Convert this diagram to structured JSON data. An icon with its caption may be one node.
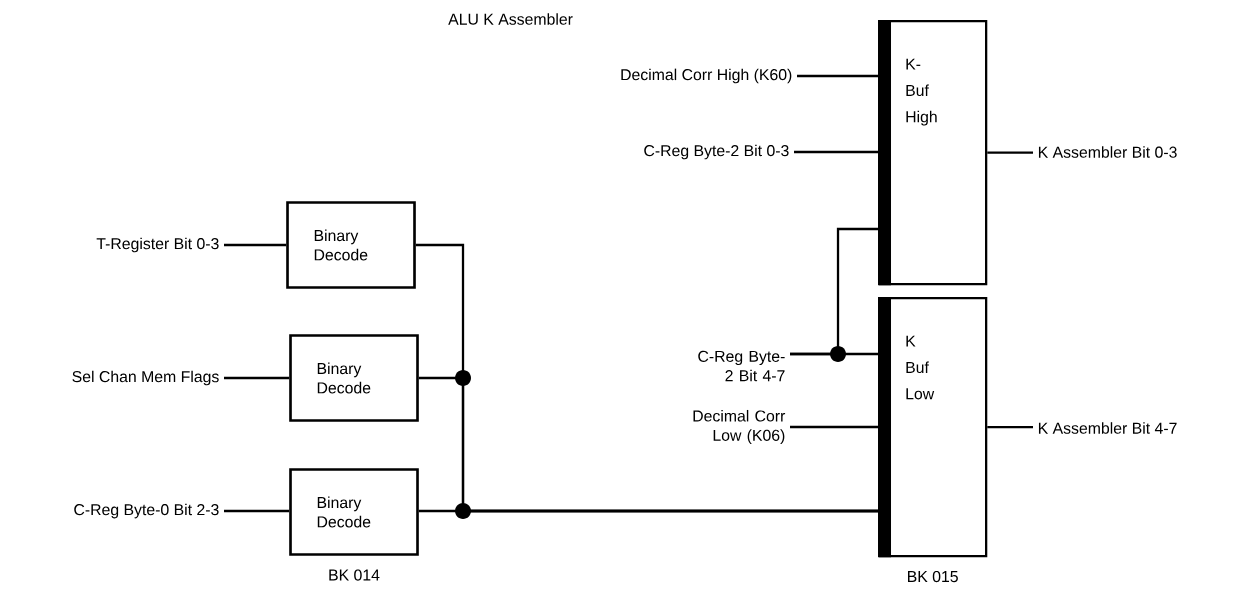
{
  "diagram": {
    "title": "ALU K Assembler",
    "nodes": [
      {
        "text": [
          "T-Register Bit 0-3"
        ]
      },
      {
        "text": [
          "Sel Chan Mem Flags"
        ]
      },
      {
        "text": [
          "C-Reg Byte-0 Bit 2-3"
        ]
      },
      {
        "text": [
          "Binary Decode"
        ]
      },
      {
        "text": [
          "Binary Decode"
        ]
      },
      {
        "text": [
          "Binary Decode"
        ],
        "beside": [
          "BK 014"
        ]
      },
      {
        "text": [
          "Decimal Corr High (K60)"
        ]
      },
      {
        "text": [
          "C-Reg Byte-2 Bit 0-3"
        ]
      },
      {
        "text": [
          "C-Reg Byte-2 Bit 4-7"
        ]
      },
      {
        "text": [
          "Decimal Corr Low (K06)"
        ]
      },
      {
        "text": [
          "K- Buf High"
        ]
      },
      {
        "text": [
          "K Buf Low"
        ],
        "beside": [
          "BK 015"
        ]
      },
      {
        "text": [
          "K Assembler Bit 0-3"
        ]
      },
      {
        "text": [
          "K Assembler Bit 4-7"
        ]
      }
    ],
    "edges": [
      {
        "from": 0,
        "to": 3,
        "arrow": "none"
      },
      {
        "from": 1,
        "to": 4,
        "arrow": "none"
      },
      {
        "from": 2,
        "to": 5,
        "arrow": "none"
      },
      {
        "from": 3,
        "to": 11,
        "arrow": "none"
      },
      {
        "from": 4,
        "to": 11,
        "arrow": "none"
      },
      {
        "from": 5,
        "to": 11,
        "arrow": "none"
      },
      {
        "from": 6,
        "to": 10,
        "arrow": "none"
      },
      {
        "from": 7,
        "to": 10,
        "arrow": "none"
      },
      {
        "from": 8,
        "to": 10,
        "arrow": "none"
      },
      {
        "from": 8,
        "to": 11,
        "arrow": "none"
      },
      {
        "from": 9,
        "to": 11,
        "arrow": "none"
      },
      {
        "from": 10,
        "to": 12,
        "arrow": "none"
      },
      {
        "from": 11,
        "to": 13,
        "arrow": "none"
      }
    ]
  }
}
